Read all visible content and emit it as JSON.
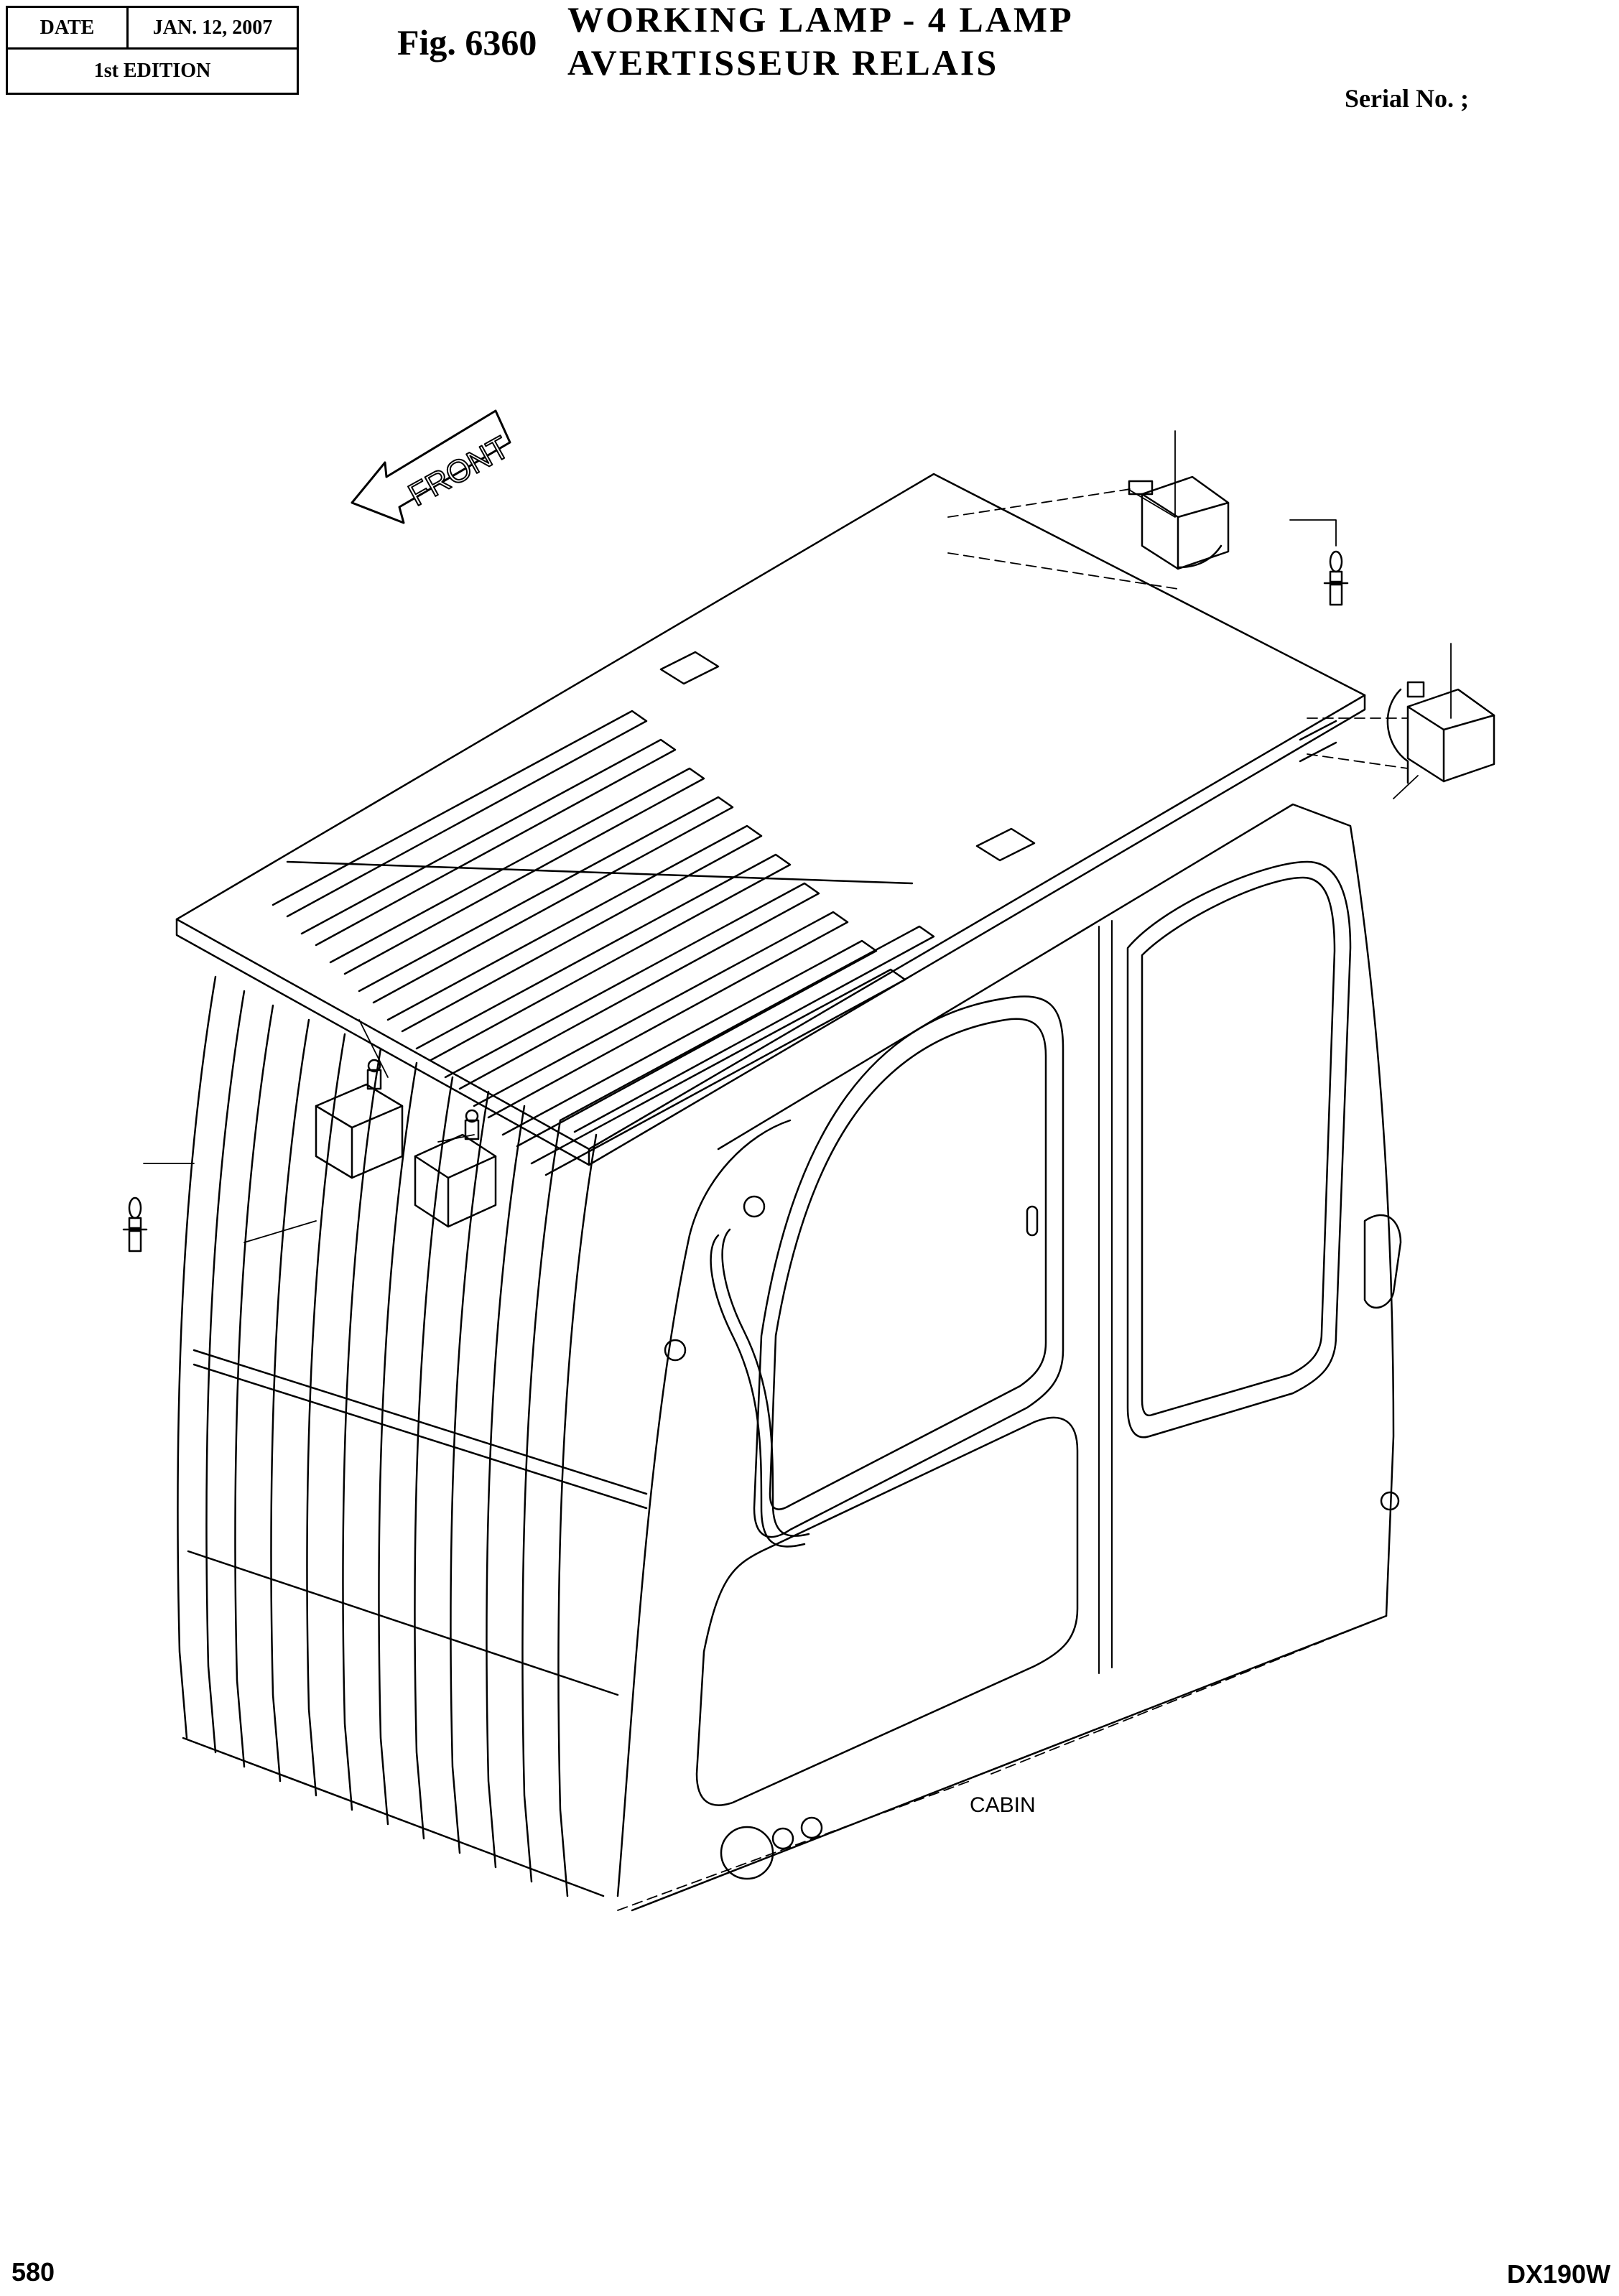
{
  "header": {
    "date_label": "DATE",
    "date_value": "JAN. 12, 2007",
    "edition": "1st EDITION"
  },
  "figure": {
    "number_label": "Fig. 6360",
    "title_line1": "WORKING LAMP - 4 LAMP",
    "title_line2": "AVERTISSEUR RELAIS",
    "serial": "Serial No. ;"
  },
  "diagram": {
    "front_arrow_text": "FRONT",
    "cabin_label": "CABIN"
  },
  "footer": {
    "page_number": "580",
    "model": "DX190W"
  }
}
